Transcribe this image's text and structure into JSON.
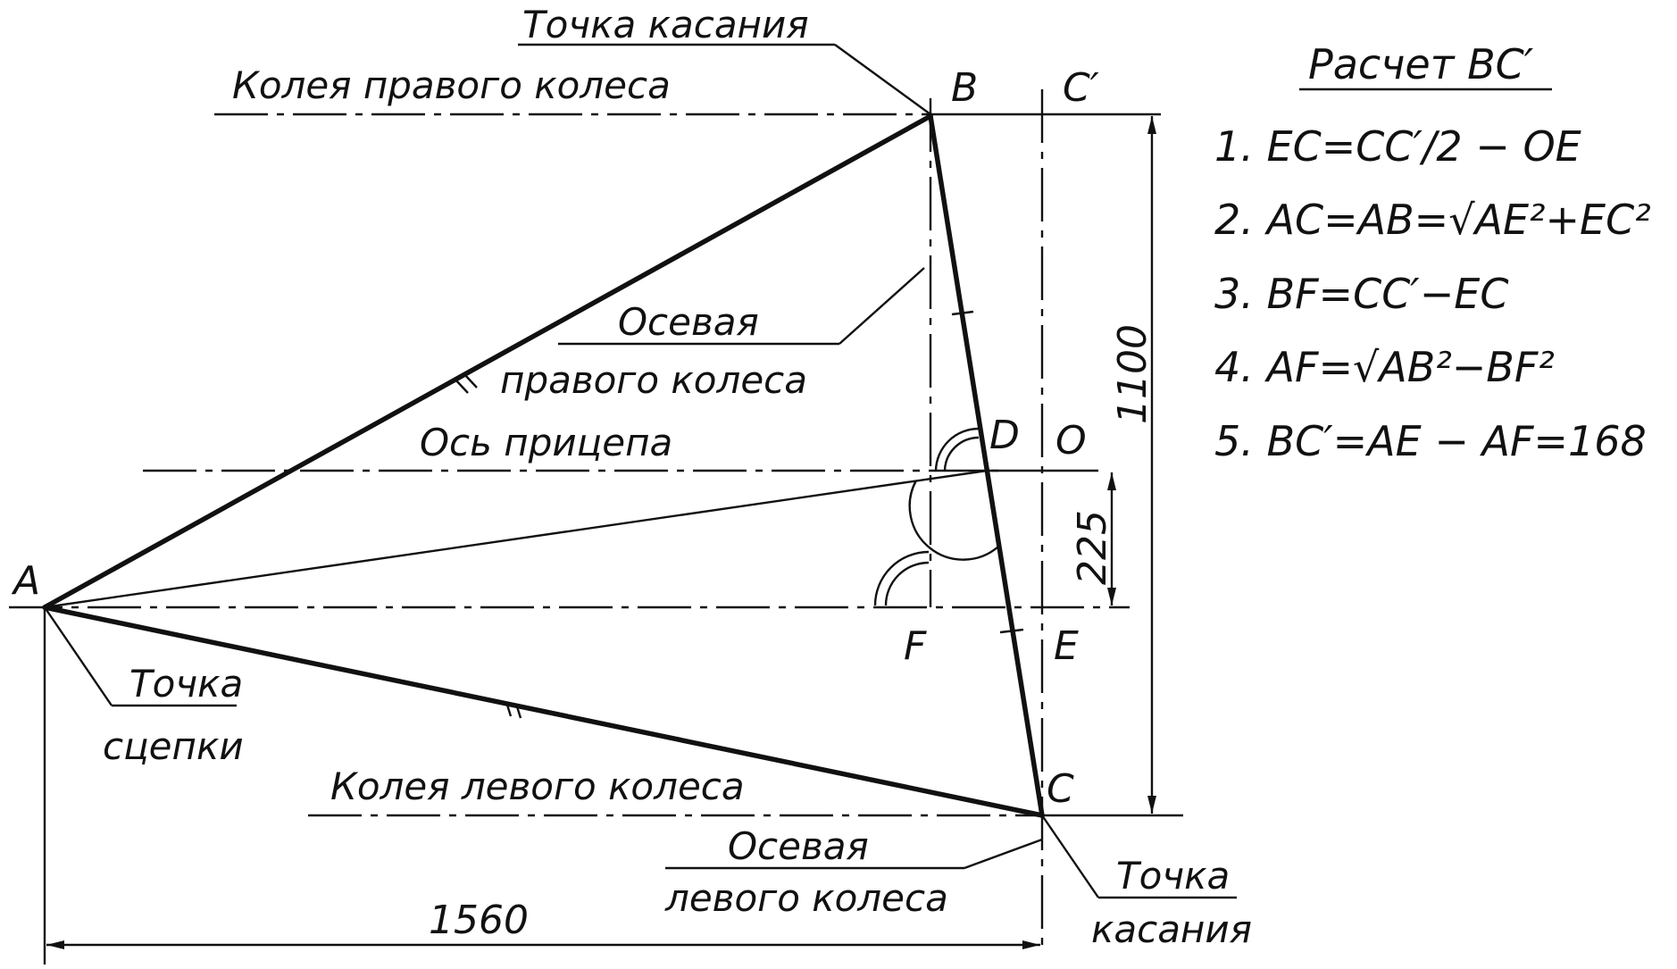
{
  "points": {
    "A": "A",
    "B": "B",
    "C_prime": "C′",
    "C": "C",
    "D": "D",
    "O": "O",
    "F": "F",
    "E": "E"
  },
  "labels": {
    "tangent_point_top": "Точка касания",
    "right_wheel_track": "Колея правого колеса",
    "right_wheel_axis_line1": "Осевая",
    "right_wheel_axis_line2": "правого колеса",
    "trailer_axis": "Ось прицепа",
    "hitch_point_line1": "Точка",
    "hitch_point_line2": "сцепки",
    "left_wheel_track": "Колея левого колеса",
    "left_wheel_axis_line1": "Осевая",
    "left_wheel_axis_line2": "левого колеса",
    "tangent_point_bottom_line1": "Точка",
    "tangent_point_bottom_line2": "касания"
  },
  "dimensions": {
    "width": "1560",
    "height": "1100",
    "offset": "225"
  },
  "calculation": {
    "title": "Расчет BC′",
    "steps": [
      "1.  EC=CC′/2 − OE",
      "2.  AC=AB=√AE²+EC²",
      "3.  BF=CC′−EC",
      "4.  AF=√AB²−BF²",
      "5.  BC′=AE − AF=168"
    ]
  }
}
